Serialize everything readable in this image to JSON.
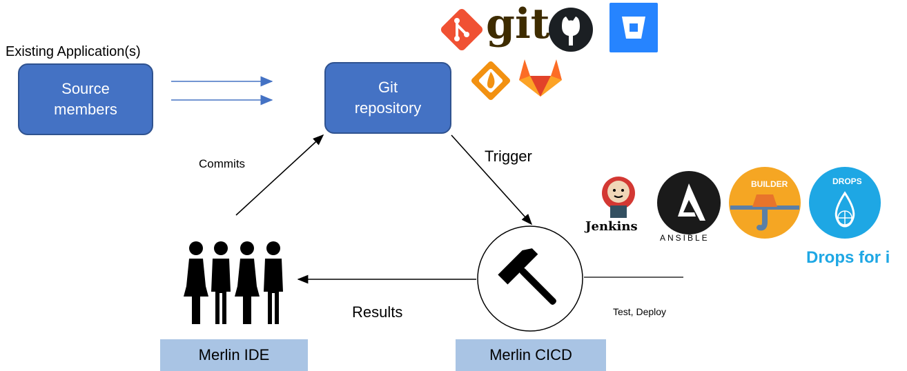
{
  "existing_label": "Existing Application(s)",
  "source_box": {
    "line1": "Source",
    "line2": "members"
  },
  "git_box": {
    "line1": "Git",
    "line2": "repository"
  },
  "edges": {
    "commits": "Commits",
    "trigger": "Trigger",
    "results": "Results",
    "test_deploy": "Test, Deploy"
  },
  "tags": {
    "ide": "Merlin IDE",
    "cicd": "Merlin CICD"
  },
  "logos": {
    "git_word": "git",
    "jenkins": "Jenkins",
    "ansible": "ANSIBLE",
    "builder": "BUILDER",
    "drops": "DROPS"
  },
  "drops_caption": "Drops for i",
  "colors": {
    "box_fill": "#4472c4",
    "box_border": "#2f528f",
    "tag_fill": "#a9c4e4",
    "git_orange": "#f05133",
    "bitbucket_blue": "#2684ff",
    "gitlab_orange": "#fc6d26",
    "drops_blue": "#1ea7e4",
    "builder_orange": "#f5a623"
  }
}
